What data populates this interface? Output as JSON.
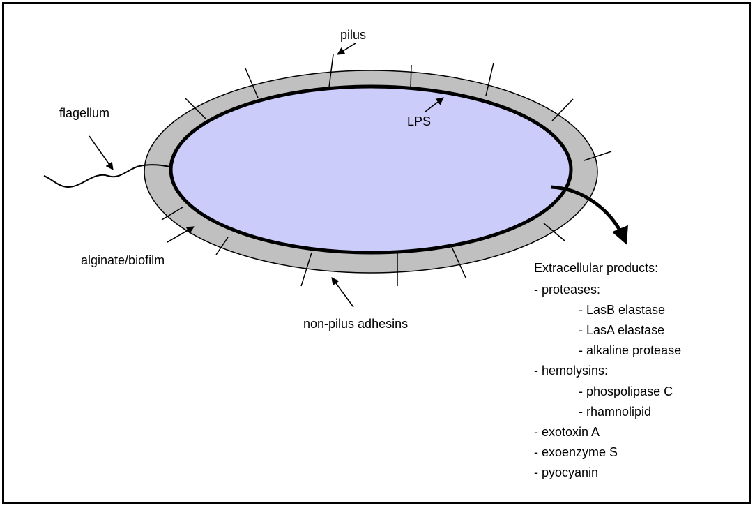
{
  "colors": {
    "cytoplasm": "#ccccfa",
    "capsule": "#c0c0c0",
    "membrane": "#000000",
    "border": "#000000"
  },
  "labels": {
    "pilus": "pilus",
    "flagellum": "flagellum",
    "lps": "LPS",
    "alginate": "alginate/biofilm",
    "adhesins": "non-pilus adhesins"
  },
  "products": {
    "heading": "Extracellular products:",
    "items": [
      "- proteases:",
      "- LasB elastase",
      "- LasA elastase",
      "- alkaline protease",
      "- hemolysins:",
      "- phospolipase C",
      "- rhamnolipid",
      "- exotoxin A",
      "- exoenzyme S",
      "- pyocyanin"
    ]
  }
}
